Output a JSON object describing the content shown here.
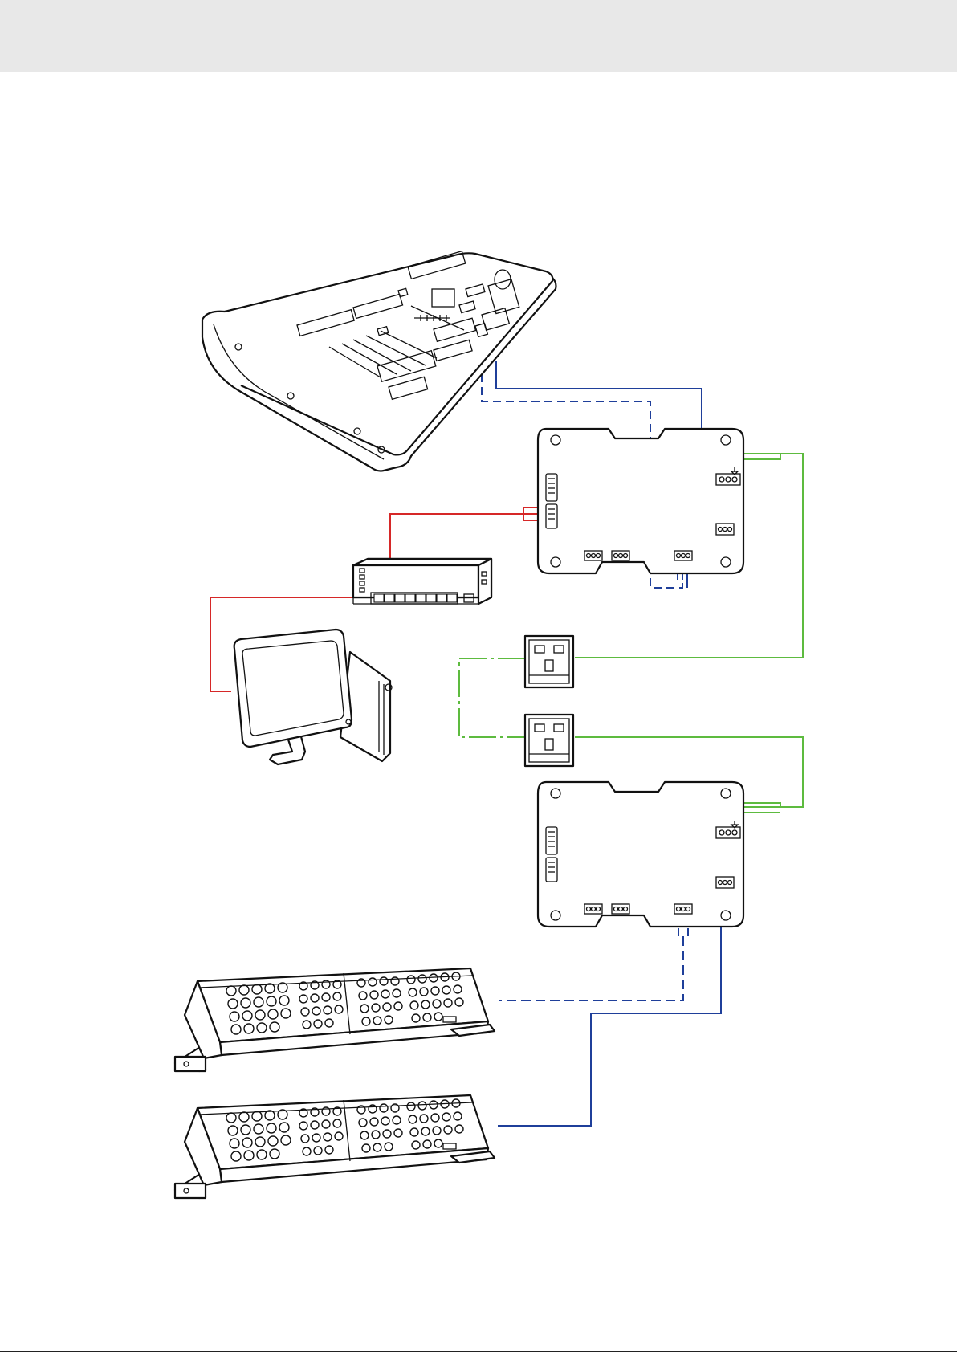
{
  "header": {
    "background": "#e8e8e8"
  },
  "colors": {
    "dmx_cable": "#1f3f9a",
    "ethernet_cable": "#d62828",
    "power_cable": "#5dbb3f",
    "line_art": "#111111"
  },
  "devices": [
    {
      "id": "console",
      "icon": "lighting-console-icon"
    },
    {
      "id": "switch",
      "icon": "network-switch-icon"
    },
    {
      "id": "computer",
      "icon": "desktop-computer-icon"
    },
    {
      "id": "controller_1",
      "icon": "controller-board-icon"
    },
    {
      "id": "socket_1",
      "icon": "uk-power-socket-icon"
    },
    {
      "id": "socket_2",
      "icon": "uk-power-socket-icon"
    },
    {
      "id": "controller_2",
      "icon": "controller-board-icon"
    },
    {
      "id": "wall_washer_1",
      "icon": "led-wall-washer-icon"
    },
    {
      "id": "wall_washer_2",
      "icon": "led-wall-washer-icon"
    }
  ]
}
